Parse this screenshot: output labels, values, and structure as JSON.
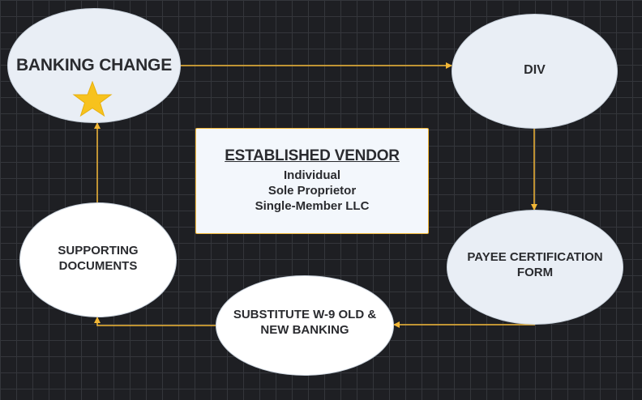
{
  "colors": {
    "canvas_background": "#1e1f23",
    "grid_line": "#34363b",
    "connector": "#f2b736",
    "node_fill_light_blue": "#e9eef5",
    "node_fill_white": "#ffffff",
    "text": "#2a2b2f",
    "star": "#f7c21d"
  },
  "nodes": {
    "banking_change": {
      "label": "BANKING CHANGE",
      "icon": "star-icon"
    },
    "div": {
      "label": "DIV"
    },
    "payee_certification": {
      "label": "PAYEE CERTIFICATION\nFORM"
    },
    "substitute_w9": {
      "label": "SUBSTITUTE W-9 OLD &\nNEW BANKING"
    },
    "supporting_documents": {
      "label": "SUPPORTING\nDOCUMENTS"
    }
  },
  "established_vendor": {
    "title": "ESTABLISHED VENDOR",
    "lines": [
      "Individual",
      "Sole Proprietor",
      "Single-Member LLC"
    ]
  },
  "edges": [
    {
      "from": "BANKING CHANGE",
      "to": "DIV"
    },
    {
      "from": "DIV",
      "to": "PAYEE CERTIFICATION FORM"
    },
    {
      "from": "PAYEE CERTIFICATION FORM",
      "to": "SUBSTITUTE W-9 OLD & NEW BANKING"
    },
    {
      "from": "SUBSTITUTE W-9 OLD & NEW BANKING",
      "to": "SUPPORTING DOCUMENTS"
    },
    {
      "from": "SUPPORTING DOCUMENTS",
      "to": "BANKING CHANGE"
    }
  ]
}
